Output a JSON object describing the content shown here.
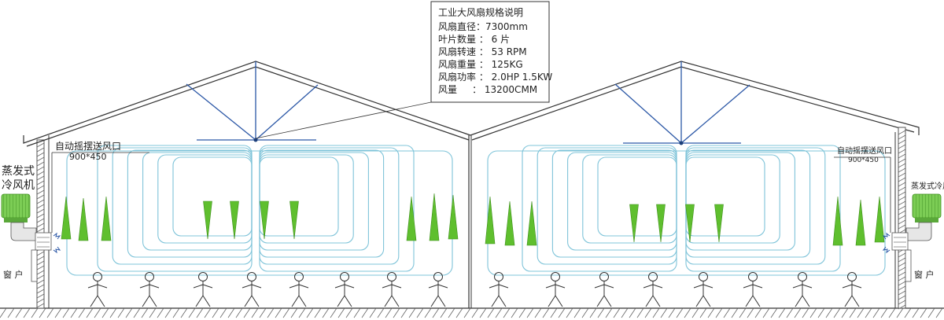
{
  "spec_box": {
    "title": "工业大风扇规格说明",
    "lines": [
      "风扇直径：7300mm",
      "叶片数量 ： 6 片",
      "风扇转速 ： 53 RPM",
      "风扇重量 ： 125KG",
      "风扇功率 ： 2.0HP 1.5KW",
      "风量     ： 13200CMM"
    ]
  },
  "left": {
    "cooler_label_1": "蒸发式",
    "cooler_label_2": "冷风机",
    "outlet_label": "自动摇摆送风口",
    "outlet_size": "900*450",
    "window_label": "窗 户"
  },
  "right": {
    "cooler_label": "蒸发式冷风机",
    "outlet_label": "自动摇摆送风口",
    "outlet_size": "900*450",
    "window_label": "窗 户"
  },
  "colors": {
    "truss": "#2b57a6",
    "airflow": "#7fc4d9",
    "jet": "#5fbf2e",
    "cooler": "#6cc04a"
  }
}
